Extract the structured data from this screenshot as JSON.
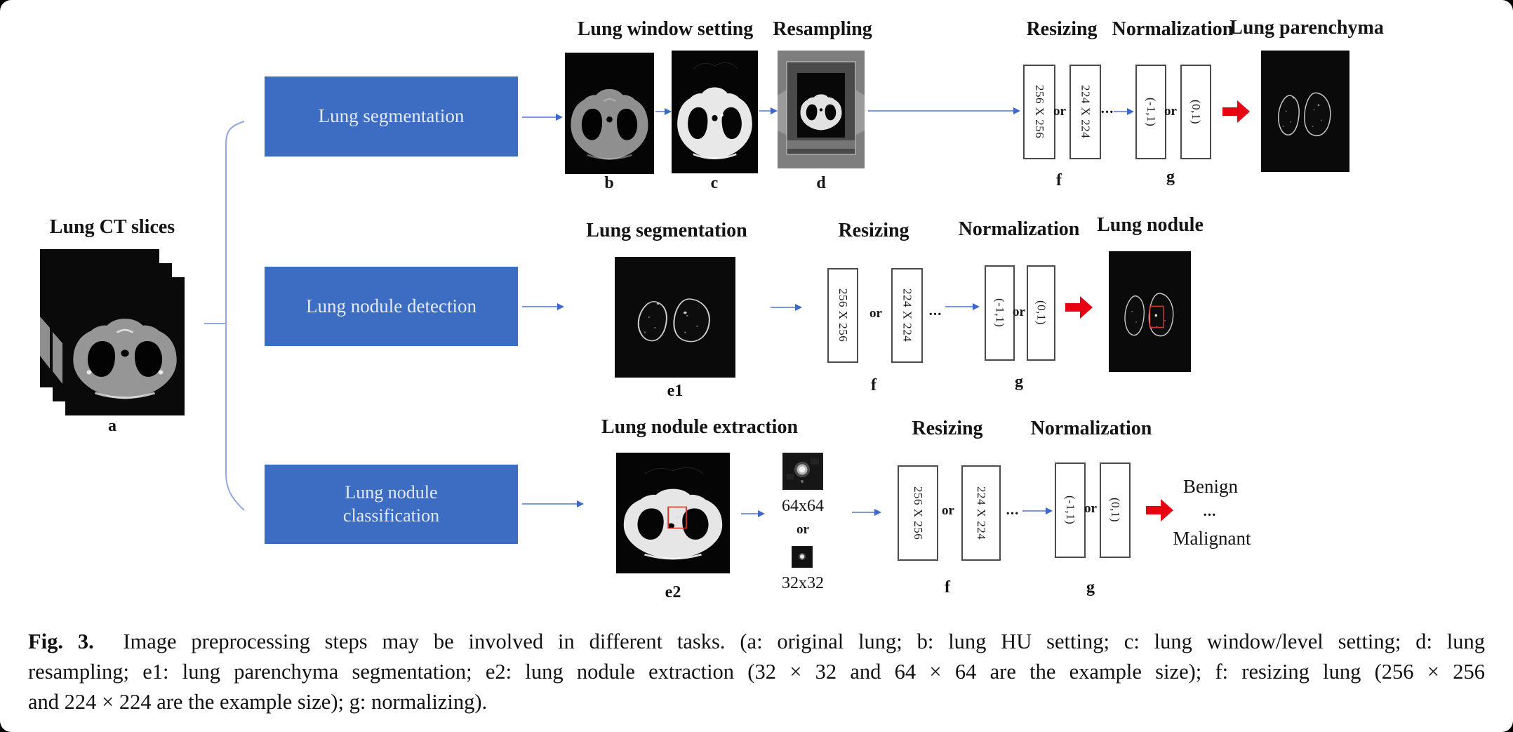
{
  "source": {
    "title": "Lung CT slices",
    "label": "a"
  },
  "tasks": {
    "t1": "Lung segmentation",
    "t2": "Lung nodule detection",
    "t3": "Lung nodule classification"
  },
  "row1": {
    "stage_title": "Lung window setting",
    "label_b": "b",
    "label_c": "c",
    "resample_title": "Resampling",
    "label_d": "d",
    "resize": {
      "title": "Resizing",
      "opt1": "256 X 256",
      "or": "or",
      "opt2": "224 X 224",
      "ellipsis": "...",
      "label": "f"
    },
    "norm": {
      "title": "Normalization",
      "opt1": "(-1,1)",
      "or": "or",
      "opt2": "(0,1)",
      "label": "g"
    },
    "output_title": "Lung parenchyma"
  },
  "row2": {
    "stage_title": "Lung segmentation",
    "label_e1": "e1",
    "resize": {
      "title": "Resizing",
      "opt1": "256 X 256",
      "or": "or",
      "opt2": "224 X 224",
      "ellipsis": "...",
      "label": "f"
    },
    "norm": {
      "title": "Normalization",
      "opt1": "(-1,1)",
      "or": "or",
      "opt2": "(0,1)",
      "label": "g"
    },
    "output_title": "Lung nodule"
  },
  "row3": {
    "stage_title": "Lung nodule extraction",
    "label_e2": "e2",
    "patch_large": "64x64",
    "patch_or": "or",
    "patch_small": "32x32",
    "resize": {
      "title": "Resizing",
      "opt1": "256 X 256",
      "or": "or",
      "opt2": "224 X 224",
      "ellipsis": "...",
      "label": "f"
    },
    "norm": {
      "title": "Normalization",
      "opt1": "(-1,1)",
      "or": "or",
      "opt2": "(0,1)",
      "label": "g"
    },
    "outputs": {
      "benign": "Benign",
      "dots": "...",
      "malignant": "Malignant"
    }
  },
  "caption": {
    "prefix": "Fig. 3.",
    "line1": "Image preprocessing steps may be involved in different tasks. (a: original lung; b: lung HU setting; c: lung window/level setting; d: lung",
    "line2": "resampling; e1: lung parenchyma segmentation; e2: lung nodule extraction (32 × 32 and 64 × 64 are the example size); f: resizing lung (256 × 256",
    "line3": "and 224 × 224 are the example size); g: normalizing)."
  },
  "colors": {
    "task_box_blue": "#3d6cc3",
    "arrow_blue": "#7b97dd",
    "arrowhead_blue": "#3d68cc",
    "brace_blue": "#8ea6e2",
    "arrow_red": "#e60012",
    "nodule_box_red": "#d93025"
  }
}
